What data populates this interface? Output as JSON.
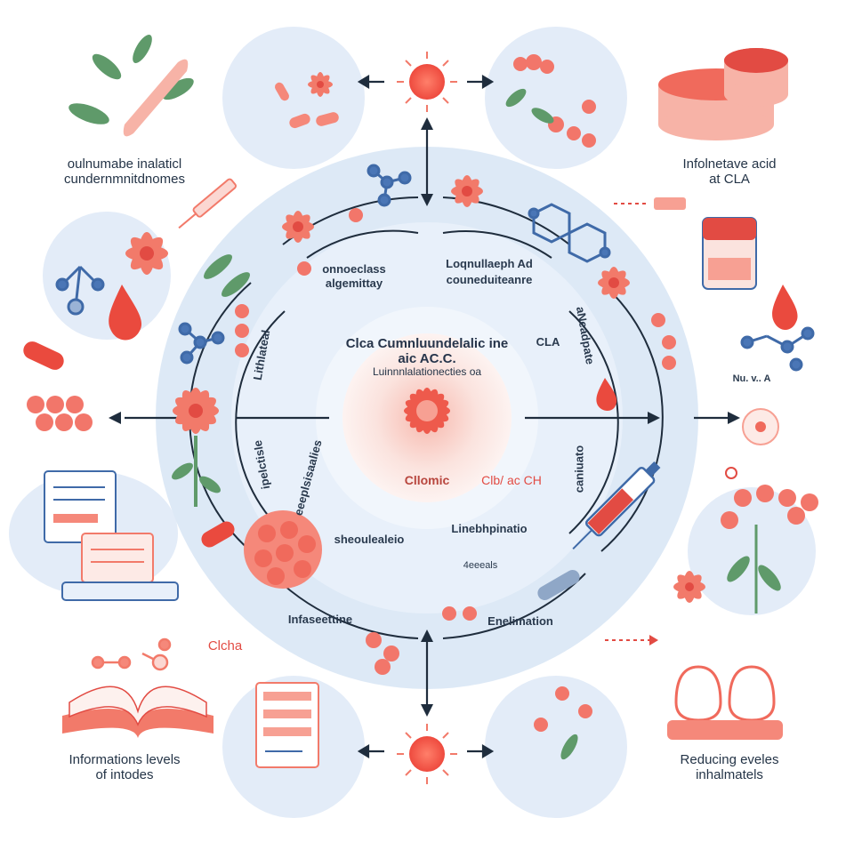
{
  "colors": {
    "accent": "#f06a5c",
    "accent_dark": "#e24b43",
    "ring_fill": "#dde9f6",
    "bubble_fill": "#e3ecf8",
    "leaf": "#5f9a6a",
    "molecule": "#3f6aa8",
    "ink": "#26344a"
  },
  "corners": {
    "top_left": [
      "oulnumabe inalaticl",
      "cundernmnitdnomes"
    ],
    "top_right": [
      "Infolnetave acid",
      "at CLA"
    ],
    "bottom_left": [
      "Informations levels",
      "of intodes"
    ],
    "bottom_right": [
      "Reducing eveles",
      "inhalmatels"
    ]
  },
  "center": {
    "arc_outer": "Clca Cumnluundelalic ine aic AC.C.",
    "arc_inner": "Luinnnlalationecties oa",
    "label": "Cllomic",
    "side_label": "Clb/ ac CH"
  },
  "ring_labels": {
    "top_left_1": "onnoeclass",
    "top_left_2": "algemittay",
    "top_right_1": "Loqnullaeph Ad",
    "top_right_2": "couneduiteanre",
    "left_vertical": "Lithlateal",
    "right_vertical": "aNeadpate",
    "left_lower_vertical": "ipelctisle",
    "left_lower_vertical_2": "eeeplsisaalies",
    "lower_arc": "sheoulealeio",
    "lower_right": "Linebhpinatio",
    "lower_right_2": "4eeeals",
    "right_lower_vertical": "caniuato",
    "cla": "CLA"
  },
  "outer_labels": {
    "bottom_left_ring": "Infaseettine",
    "bottom_right_ring": "Enelimation",
    "side_left": "Clcha",
    "side_right": "Nu. v.. A"
  },
  "icons": [
    "sun-icon",
    "flower-icon",
    "molecule-icon",
    "blood-drop-icon",
    "pill-icon",
    "syringe-icon",
    "meat-stack-icon",
    "book-icon",
    "document-icon",
    "cell-cluster-icon",
    "jar-icon",
    "intestine-icon",
    "arrow-icon"
  ]
}
